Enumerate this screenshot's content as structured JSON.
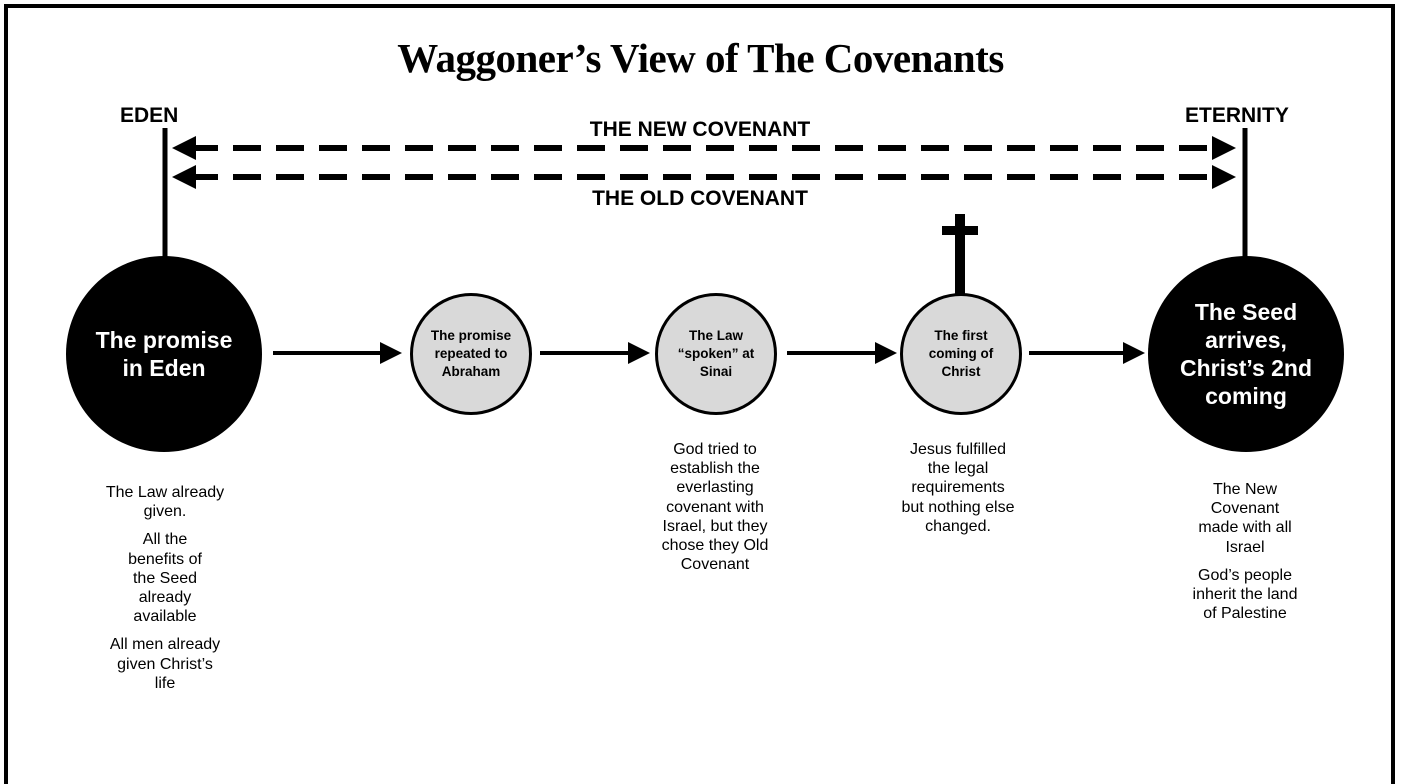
{
  "title": "Waggoner’s View of The Covenants",
  "endpoints": {
    "start": "EDEN",
    "end": "ETERNITY"
  },
  "covenant_lines": {
    "new": "THE NEW COVENANT",
    "old": "THE OLD COVENANT"
  },
  "nodes": [
    {
      "label": "The promise in Eden"
    },
    {
      "label": "The promise repeated to Abraham"
    },
    {
      "label": "The Law “spoken” at Sinai"
    },
    {
      "label": "The first coming of Christ"
    },
    {
      "label": "The Seed arrives, Christ’s 2nd coming"
    }
  ],
  "notes": {
    "eden": [
      "The Law already given.",
      "All the benefits of the Seed already available",
      "All men already given Christ’s life"
    ],
    "sinai": [
      "God tried to establish the everlasting covenant with Israel, but they chose they Old Covenant"
    ],
    "christ": [
      "Jesus fulfilled the legal requirements but nothing else changed."
    ],
    "seed": [
      "The New Covenant made with all Israel",
      "God’s people inherit the land of Palestine"
    ]
  },
  "colors": {
    "line": "#000000",
    "small_node_fill": "#d9d9d9",
    "big_node_fill": "#000000"
  },
  "icons": {
    "cross": "cross-icon"
  }
}
